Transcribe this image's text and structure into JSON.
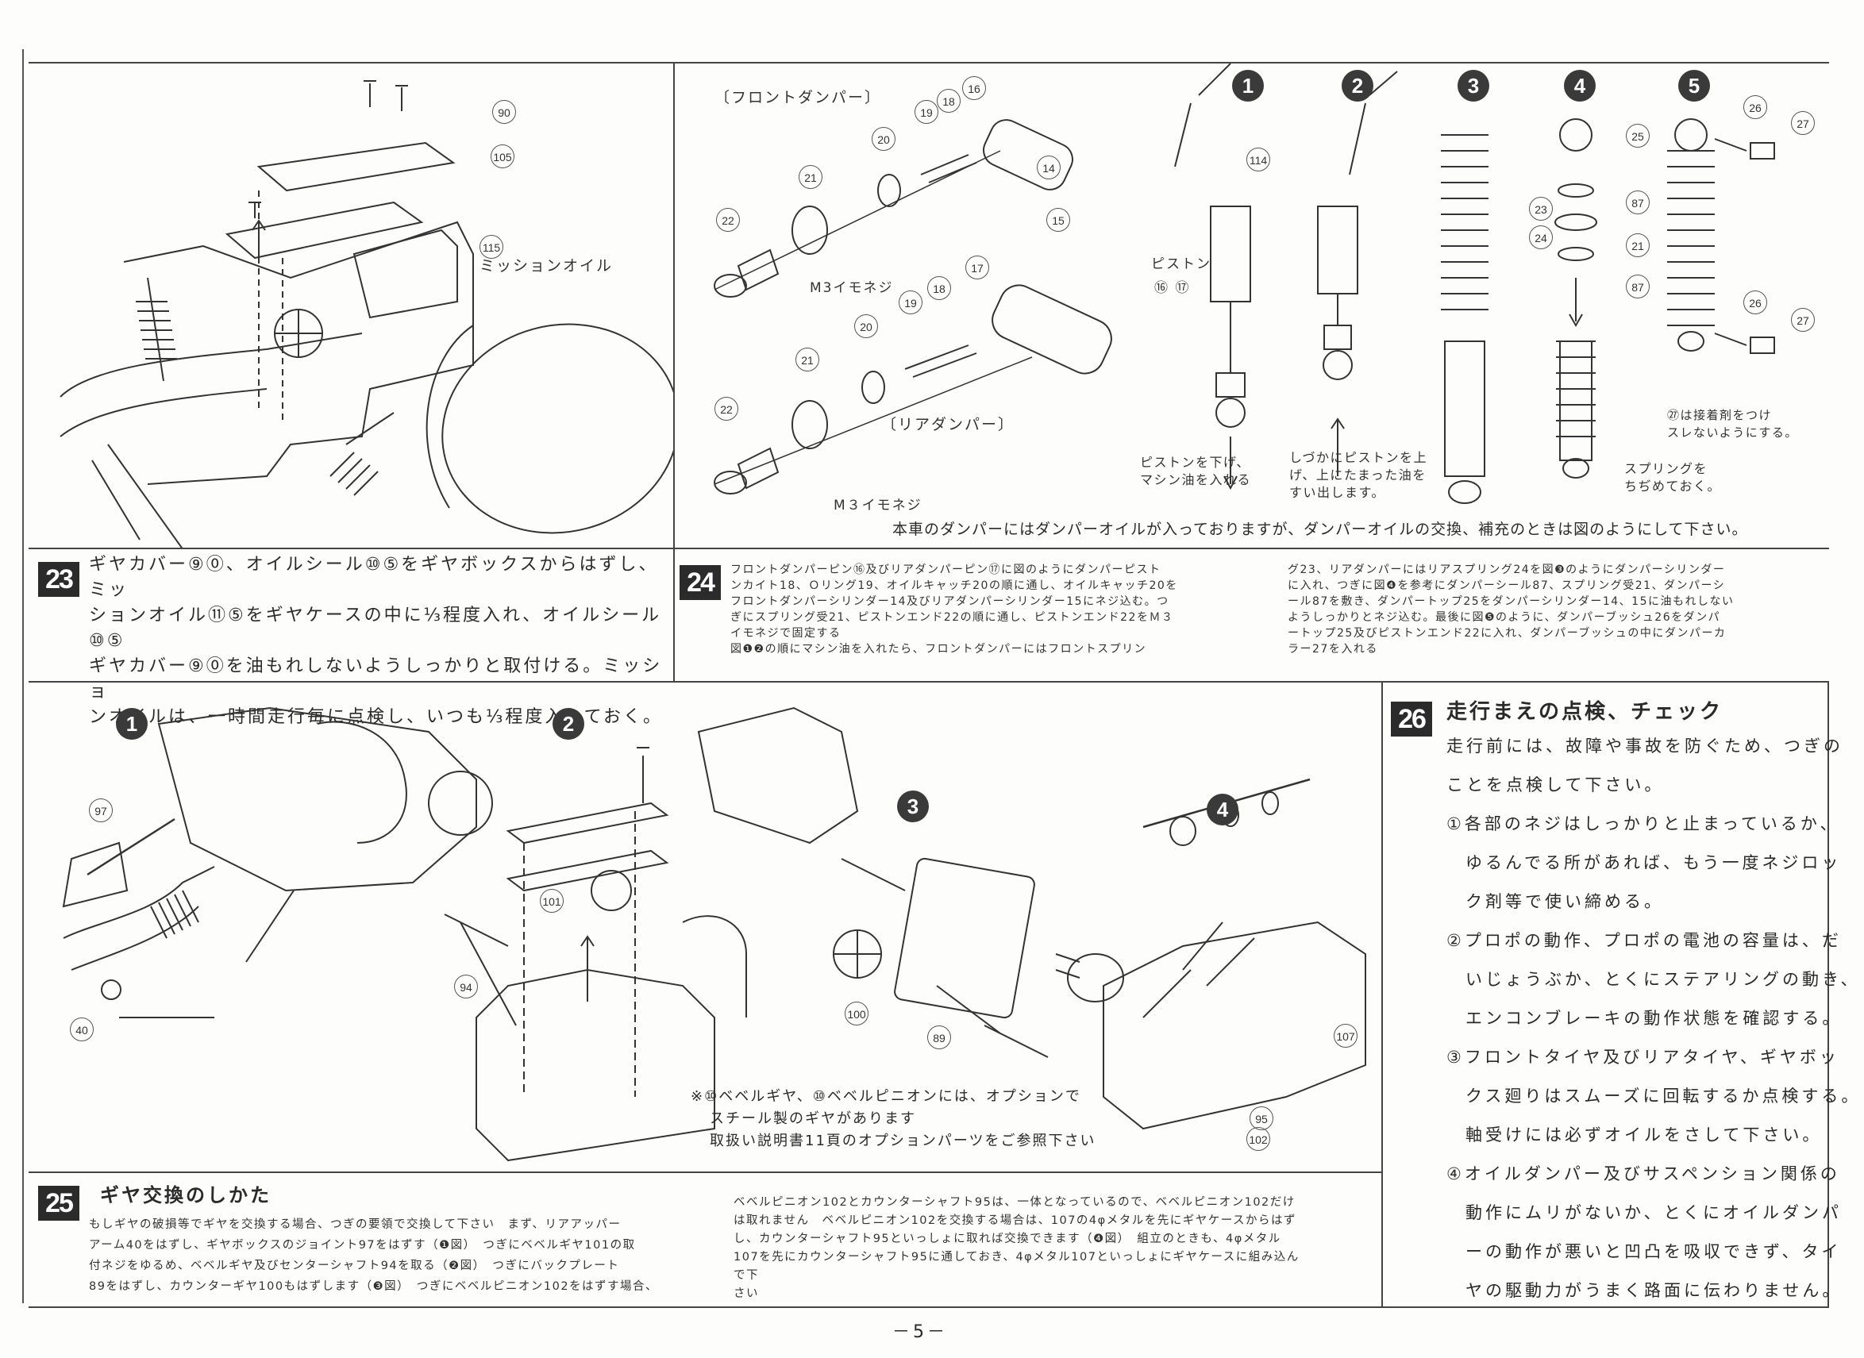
{
  "page_number": "－5－",
  "step23": {
    "badge": "23",
    "lines": [
      "ギヤカバー⑨⓪、オイルシール⑩⑤をギヤボックスからはずし、ミッ",
      "ションオイル⑪⑤をギヤケースの中に⅓程度入れ、オイルシール⑩⑤",
      "ギヤカバー⑨⓪を油もれしないようしっかりと取付ける。ミッショ",
      "ンオイルは、一時間走行毎に点検し、いつも⅓程度入れておく。"
    ],
    "labels": {
      "mission_oil": "ミッションオイル"
    },
    "parts": {
      "p90": "90",
      "p105": "105",
      "p115": "115"
    }
  },
  "damper": {
    "front_title": "〔フロントダンパー〕",
    "rear_title": "〔リアダンパー〕",
    "m3_front": "M3イモネジ",
    "m3_rear": "M３イモネジ",
    "piston": "ピストン",
    "piston_parts": "⑯ ⑰",
    "step1_note": [
      "ピストンを下げ、",
      "マシン油を入れる"
    ],
    "step2_note": [
      "しづかにピストンを上",
      "げ、上にたまった油を",
      "すい出します。"
    ],
    "step4_note": [
      "スプリングを",
      "ちぢめておく。"
    ],
    "step5_note": [
      "㉗は接着剤をつけ",
      "スレないようにする。"
    ],
    "caption": "本車のダンパーにはダンパーオイルが入っておりますが、ダンパーオイルの交換、補充のときは図のようにして下さい。",
    "circles": [
      "1",
      "2",
      "3",
      "4",
      "5"
    ],
    "parts": [
      "16",
      "18",
      "19",
      "20",
      "21",
      "22",
      "14",
      "15",
      "17",
      "19",
      "18",
      "20",
      "21",
      "22",
      "114",
      "23",
      "24",
      "25",
      "87",
      "21",
      "87",
      "26",
      "27",
      "26",
      "27"
    ]
  },
  "step24": {
    "badge": "24",
    "col1": [
      "フロントダンパーピン⑯及びリアダンパーピン⑰に図のようにダンパーピスト",
      "ンカイト18、Ｏリング19、オイルキャッチ20の順に通し、オイルキャッチ20を",
      "フロントダンパーシリンダー14及びリアダンパーシリンダー15にネジ込む。つ",
      "ぎにスプリング受21、ピストンエンド22の順に通し、ピストンエンド22をＭ３",
      "イモネジで固定する",
      "図❶❷の順にマシン油を入れたら、フロントダンパーにはフロントスプリン"
    ],
    "col2": [
      "グ23、リアダンパーにはリアスプリング24を図❸のようにダンパーシリンダー",
      "に入れ、つぎに図❹を参考にダンパーシール87、スプリング受21、ダンパーシ",
      "ール87を敷き、ダンパートップ25をダンパーシリンダー14、15に油もれしない",
      "ようしっかりとネジ込む。最後に図❺のように、ダンパーブッシュ26をダンパ",
      "ートップ25及びピストンエンド22に入れ、ダンパーブッシュの中にダンパーカ",
      "ラー27を入れる"
    ]
  },
  "gear_diagram": {
    "circles": [
      "1",
      "2",
      "3",
      "4"
    ],
    "parts": [
      "97",
      "40",
      "101",
      "94",
      "100",
      "89",
      "107",
      "102",
      "95"
    ],
    "note": [
      "※⑩ベベルギヤ、⑩ベベルピニオンには、オプションで",
      "スチール製のギヤがあります",
      "取扱い説明書11頁のオプションパーツをご参照下さい"
    ]
  },
  "step25": {
    "badge": "25",
    "title": "ギヤ交換のしかた",
    "col1": [
      "もしギヤの破損等でギヤを交換する場合、つぎの要領で交換して下さい　まず、リアアッパー",
      "アーム40をはずし、ギヤボックスのジョイント97をはずす（❶図）　つぎにベベルギヤ101の取",
      "付ネジをゆるめ、ベベルギヤ及びセンターシャフト94を取る（❷図）　つぎにバックプレート",
      "89をはずし、カウンターギヤ100もはずします（❸図）　つぎにベベルピニオン102をはずす場合、"
    ],
    "col2": [
      "ベベルピニオン102とカウンターシャフト95は、一体となっているので、ベベルピニオン102だけ",
      "は取れません　ベベルピニオン102を交換する場合は、107の4φメタルを先にギヤケースからはず",
      "し、カウンターシャフト95といっしょに取れば交換できます（❹図）　組立のときも、4φメタル",
      "107を先にカウンターシャフト95に通しておき、4φメタル107といっしょにギヤケースに組み込んで下",
      "さい"
    ]
  },
  "step26": {
    "badge": "26",
    "title": "走行まえの点検、チェック",
    "lines": [
      {
        "t": "走行前には、故障や事故を防ぐため、つぎの",
        "i": false
      },
      {
        "t": "ことを点検して下さい。",
        "i": false
      },
      {
        "t": "①各部のネジはしっかりと止まっているか、",
        "i": false
      },
      {
        "t": "ゆるんでる所があれば、もう一度ネジロッ",
        "i": true
      },
      {
        "t": "ク剤等で使い締める。",
        "i": true
      },
      {
        "t": "②プロポの動作、プロポの電池の容量は、だ",
        "i": false
      },
      {
        "t": "いじょうぶか、とくにステアリングの動き、",
        "i": true
      },
      {
        "t": "エンコンブレーキの動作状態を確認する。",
        "i": true
      },
      {
        "t": "③フロントタイヤ及びリアタイヤ、ギヤボッ",
        "i": false
      },
      {
        "t": "クス廻りはスムーズに回転するか点検する。",
        "i": true
      },
      {
        "t": "軸受けには必ずオイルをさして下さい。",
        "i": true
      },
      {
        "t": "④オイルダンパー及びサスペンション関係の",
        "i": false
      },
      {
        "t": "動作にムリがないか、とくにオイルダンパ",
        "i": true
      },
      {
        "t": "ーの動作が悪いと凹凸を吸収できず、タイ",
        "i": true
      },
      {
        "t": "ヤの駆動力がうまく路面に伝わりません。",
        "i": true
      }
    ]
  }
}
